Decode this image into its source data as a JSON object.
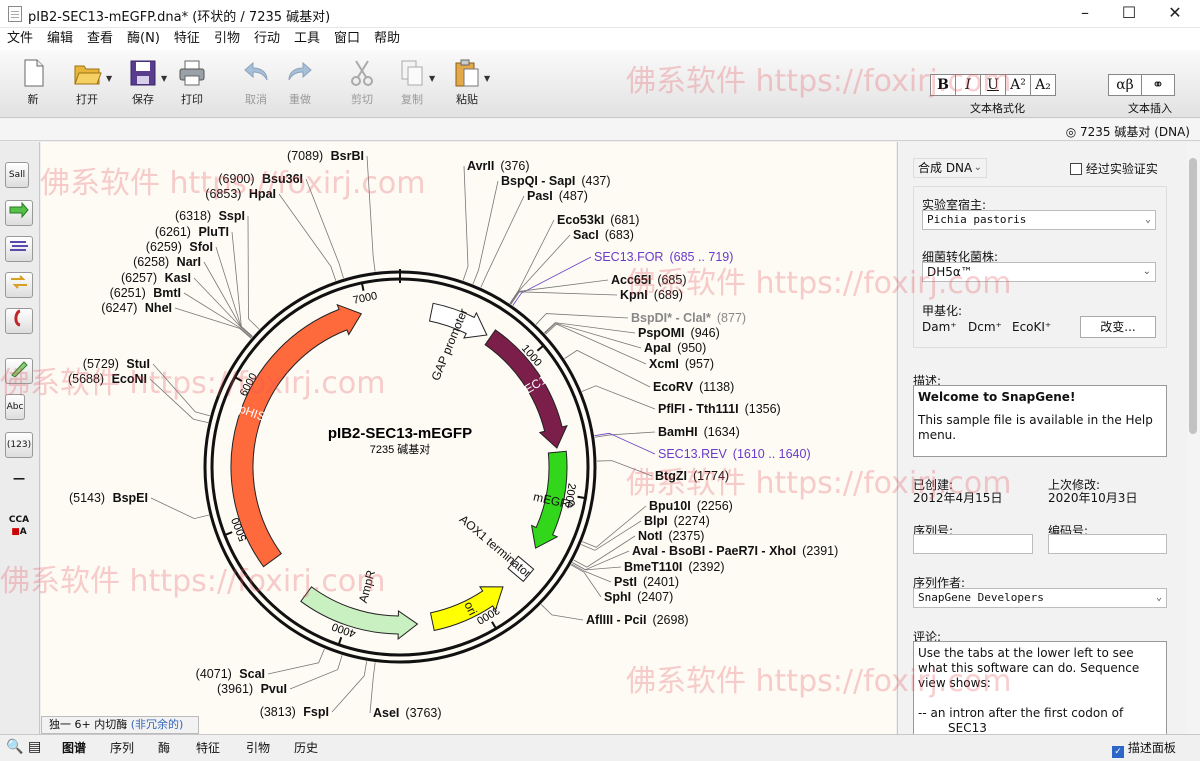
{
  "window": {
    "title": "pIB2-SEC13-mEGFP.dna*  (环状的 / 7235 碱基对)"
  },
  "menu": [
    "文件",
    "编辑",
    "查看",
    "酶(N)",
    "特征",
    "引物",
    "行动",
    "工具",
    "窗口",
    "帮助"
  ],
  "toolbar": {
    "new": "新",
    "open": "打开",
    "save": "保存",
    "print": "打印",
    "undo": "取消",
    "redo": "重做",
    "cut": "剪切",
    "copy": "复制",
    "paste": "粘贴",
    "format_label": "文本格式化",
    "insert_label": "文本插入",
    "format_buttons": [
      "B",
      "I",
      "U",
      "A²",
      "A₂"
    ],
    "insert_buttons": [
      "αβ"
    ]
  },
  "infobar": {
    "seq_info": "7235 碱基对 (DNA)"
  },
  "map": {
    "name": "pIB2-SEC13-mEGFP",
    "size": "7235 碱基对",
    "ticks": [
      "1000",
      "2000",
      "3000",
      "4000",
      "5000",
      "6000",
      "7000"
    ],
    "features": [
      {
        "label": "GAP promoter",
        "color": "#ffffff"
      },
      {
        "label": "SEC13",
        "color": "#7b1f4a"
      },
      {
        "label": "mEGFP",
        "color": "#32d61a"
      },
      {
        "label": "AOX1 terminator",
        "color": "#ffffff"
      },
      {
        "label": "ori",
        "color": "#ffff00"
      },
      {
        "label": "AmpR",
        "color": "#c8f0c0"
      },
      {
        "label": "PpHIS4",
        "color": "#ff6a3d"
      }
    ],
    "sites_right": [
      {
        "name": "AvrII",
        "pos": "(376)"
      },
      {
        "name": "BspQI - SapI",
        "pos": "(437)"
      },
      {
        "name": "PasI",
        "pos": "(487)"
      },
      {
        "name": "Eco53kI",
        "pos": "(681)"
      },
      {
        "name": "SacI",
        "pos": "(683)"
      },
      {
        "name": "SEC13.FOR",
        "pos": "(685 .. 719)"
      },
      {
        "name": "Acc65I",
        "pos": "(685)"
      },
      {
        "name": "KpnI",
        "pos": "(689)"
      },
      {
        "name": "BspDI* - ClaI*",
        "pos": "(877)"
      },
      {
        "name": "PspOMI",
        "pos": "(946)"
      },
      {
        "name": "ApaI",
        "pos": "(950)"
      },
      {
        "name": "XcmI",
        "pos": "(957)"
      },
      {
        "name": "EcoRV",
        "pos": "(1138)"
      },
      {
        "name": "PflFI - Tth111I",
        "pos": "(1356)"
      },
      {
        "name": "BamHI",
        "pos": "(1634)"
      },
      {
        "name": "SEC13.REV",
        "pos": "(1610 .. 1640)"
      },
      {
        "name": "BtgZI",
        "pos": "(1774)"
      },
      {
        "name": "Bpu10I",
        "pos": "(2256)"
      },
      {
        "name": "BlpI",
        "pos": "(2274)"
      },
      {
        "name": "NotI",
        "pos": "(2375)"
      },
      {
        "name": "AvaI - BsoBI - PaeR7I - XhoI",
        "pos": "(2391)"
      },
      {
        "name": "BmeT110I",
        "pos": "(2392)"
      },
      {
        "name": "PstI",
        "pos": "(2401)"
      },
      {
        "name": "SphI",
        "pos": "(2407)"
      },
      {
        "name": "AflIII - PciI",
        "pos": "(2698)"
      },
      {
        "name": "AseI",
        "pos": "(3763)"
      }
    ],
    "sites_left": [
      {
        "name": "BsrBI",
        "pos": "(7089)"
      },
      {
        "name": "Bsu36I",
        "pos": "(6900)"
      },
      {
        "name": "HpaI",
        "pos": "(6853)"
      },
      {
        "name": "SspI",
        "pos": "(6318)"
      },
      {
        "name": "PluTI",
        "pos": "(6261)"
      },
      {
        "name": "SfoI",
        "pos": "(6259)"
      },
      {
        "name": "NarI",
        "pos": "(6258)"
      },
      {
        "name": "KasI",
        "pos": "(6257)"
      },
      {
        "name": "BmtI",
        "pos": "(6251)"
      },
      {
        "name": "NheI",
        "pos": "(6247)"
      },
      {
        "name": "StuI",
        "pos": "(5729)"
      },
      {
        "name": "EcoNI",
        "pos": "(5688)"
      },
      {
        "name": "BspEI",
        "pos": "(5143)"
      },
      {
        "name": "ScaI",
        "pos": "(4071)"
      },
      {
        "name": "PvuI",
        "pos": "(3961)"
      },
      {
        "name": "FspI",
        "pos": "(3813)"
      }
    ]
  },
  "enzyme_bar": {
    "text": "独一 6+ 内切酶",
    "highlight": "(非冗余的)"
  },
  "panel": {
    "type_value": "合成 DNA",
    "verified_label": "经过实验证实",
    "lab_host_label": "实验室宿主:",
    "lab_host_value": "Pichia pastoris",
    "strain_label": "细菌转化菌株:",
    "strain_value": "DH5α™",
    "methylation_label": "甲基化:",
    "methylation_values": [
      "Dam⁺",
      "Dcm⁺",
      "EcoKI⁺"
    ],
    "change_button": "改变...",
    "description_label": "描述:",
    "description_title": "Welcome to SnapGene!",
    "description_body": "This sample file is available in the Help menu.",
    "created_label": "已创建:",
    "created_value": "2012年4月15日",
    "modified_label": "上次修改:",
    "modified_value": "2020年10月3日",
    "seq_no_label": "序列号:",
    "code_no_label": "编码号:",
    "author_label": "序列作者:",
    "author_value": "SnapGene Developers",
    "comment_label": "评论:",
    "comment_body": "Use the tabs at the lower left to see what this software can do. Sequence view shows:",
    "comment_line2": "-- an intron after the first codon of",
    "comment_line3": "SEC13"
  },
  "bottom_tabs": [
    "图谱",
    "序列",
    "酶",
    "特征",
    "引物",
    "历史"
  ],
  "bottom_right": "描述面板",
  "watermark": "佛系软件 https://foxirj.com"
}
